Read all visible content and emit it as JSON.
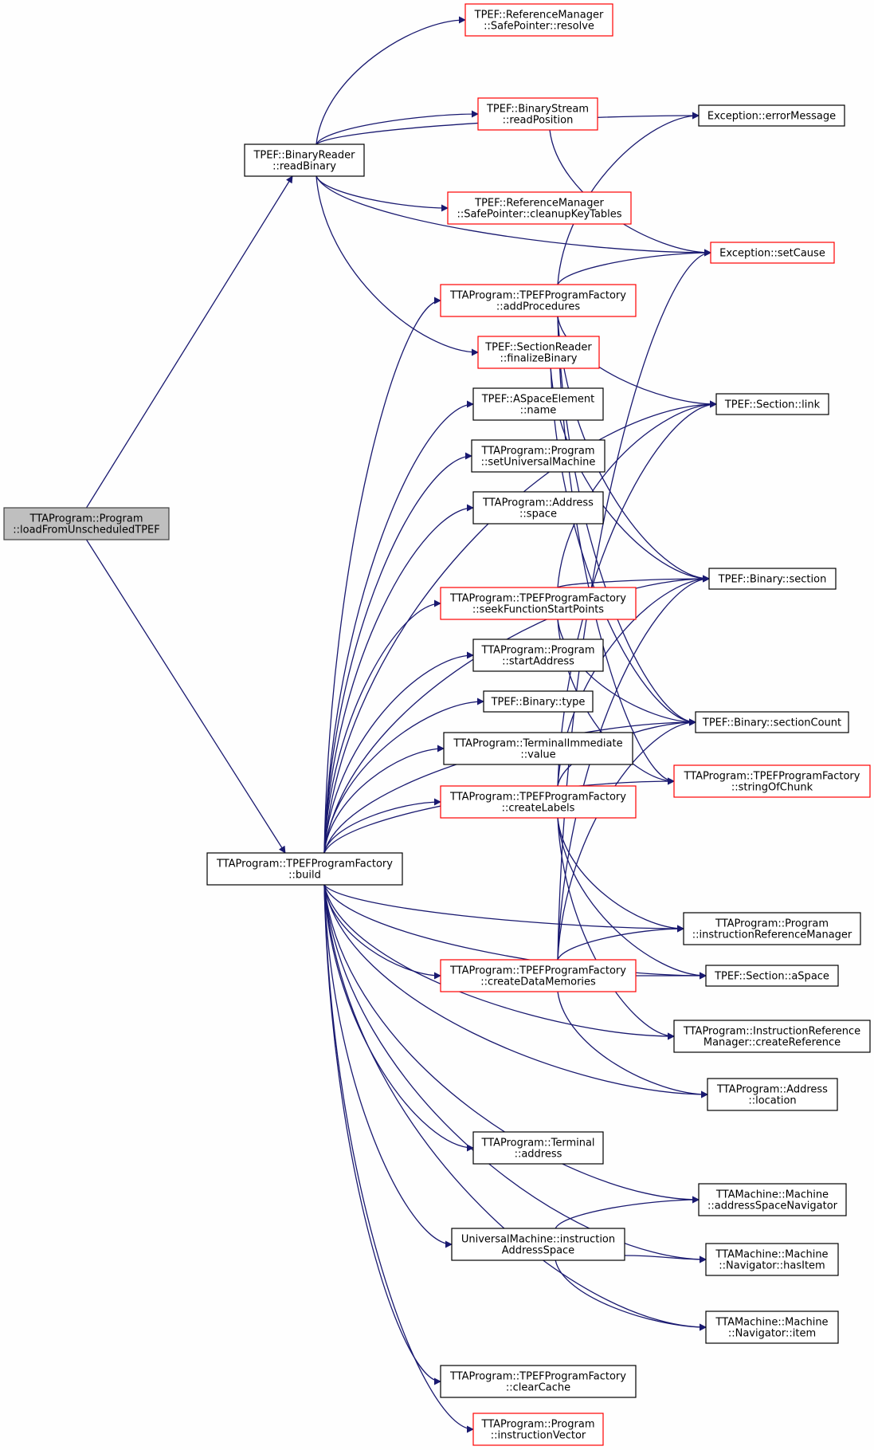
{
  "diagram": {
    "type": "call-graph",
    "colors": {
      "edge": "#191970",
      "node_border": "#000000",
      "node_border_highlight": "#ff0000",
      "root_fill": "#bfbfbf",
      "background": "#fefefe"
    },
    "nodes": [
      {
        "id": "root",
        "lines": [
          "TTAProgram::Program",
          "::loadFromUnscheduledTPEF"
        ],
        "style": "root"
      },
      {
        "id": "readBinary",
        "lines": [
          "TPEF::BinaryReader",
          "::readBinary"
        ],
        "style": "normal"
      },
      {
        "id": "build",
        "lines": [
          "TTAProgram::TPEFProgramFactory",
          "::build"
        ],
        "style": "normal"
      },
      {
        "id": "resolve",
        "lines": [
          "TPEF::ReferenceManager",
          "::SafePointer::resolve"
        ],
        "style": "red"
      },
      {
        "id": "readPosition",
        "lines": [
          "TPEF::BinaryStream",
          "::readPosition"
        ],
        "style": "red"
      },
      {
        "id": "cleanupKeyTables",
        "lines": [
          "TPEF::ReferenceManager",
          "::SafePointer::cleanupKeyTables"
        ],
        "style": "red"
      },
      {
        "id": "addProcedures",
        "lines": [
          "TTAProgram::TPEFProgramFactory",
          "::addProcedures"
        ],
        "style": "red"
      },
      {
        "id": "finalizeBinary",
        "lines": [
          "TPEF::SectionReader",
          "::finalizeBinary"
        ],
        "style": "red"
      },
      {
        "id": "aseName",
        "lines": [
          "TPEF::ASpaceElement",
          "::name"
        ],
        "style": "normal"
      },
      {
        "id": "setUniversalMachine",
        "lines": [
          "TTAProgram::Program",
          "::setUniversalMachine"
        ],
        "style": "normal"
      },
      {
        "id": "addrSpace",
        "lines": [
          "TTAProgram::Address",
          "::space"
        ],
        "style": "normal"
      },
      {
        "id": "seekFunctionStartPoints",
        "lines": [
          "TTAProgram::TPEFProgramFactory",
          "::seekFunctionStartPoints"
        ],
        "style": "red"
      },
      {
        "id": "startAddress",
        "lines": [
          "TTAProgram::Program",
          "::startAddress"
        ],
        "style": "normal"
      },
      {
        "id": "binaryType",
        "lines": [
          "TPEF::Binary::type"
        ],
        "style": "normal"
      },
      {
        "id": "termImmValue",
        "lines": [
          "TTAProgram::TerminalImmediate",
          "::value"
        ],
        "style": "normal"
      },
      {
        "id": "createLabels",
        "lines": [
          "TTAProgram::TPEFProgramFactory",
          "::createLabels"
        ],
        "style": "red"
      },
      {
        "id": "createDataMemories",
        "lines": [
          "TTAProgram::TPEFProgramFactory",
          "::createDataMemories"
        ],
        "style": "red"
      },
      {
        "id": "termAddress",
        "lines": [
          "TTAProgram::Terminal",
          "::address"
        ],
        "style": "normal"
      },
      {
        "id": "uiAddrSpace",
        "lines": [
          "UniversalMachine::instruction",
          "AddressSpace"
        ],
        "style": "normal"
      },
      {
        "id": "clearCache",
        "lines": [
          "TTAProgram::TPEFProgramFactory",
          "::clearCache"
        ],
        "style": "normal"
      },
      {
        "id": "instructionVector",
        "lines": [
          "TTAProgram::Program",
          "::instructionVector"
        ],
        "style": "red"
      },
      {
        "id": "errorMessage",
        "lines": [
          "Exception::errorMessage"
        ],
        "style": "normal"
      },
      {
        "id": "setCause",
        "lines": [
          "Exception::setCause"
        ],
        "style": "red"
      },
      {
        "id": "sectionLink",
        "lines": [
          "TPEF::Section::link"
        ],
        "style": "normal"
      },
      {
        "id": "binarySection",
        "lines": [
          "TPEF::Binary::section"
        ],
        "style": "normal"
      },
      {
        "id": "sectionCount",
        "lines": [
          "TPEF::Binary::sectionCount"
        ],
        "style": "normal"
      },
      {
        "id": "stringOfChunk",
        "lines": [
          "TTAProgram::TPEFProgramFactory",
          "::stringOfChunk"
        ],
        "style": "red"
      },
      {
        "id": "instrRefMgr",
        "lines": [
          "TTAProgram::Program",
          "::instructionReferenceManager"
        ],
        "style": "normal"
      },
      {
        "id": "aSpace",
        "lines": [
          "TPEF::Section::aSpace"
        ],
        "style": "normal"
      },
      {
        "id": "createReference",
        "lines": [
          "TTAProgram::InstructionReference",
          "Manager::createReference"
        ],
        "style": "normal"
      },
      {
        "id": "addrLocation",
        "lines": [
          "TTAProgram::Address",
          "::location"
        ],
        "style": "normal"
      },
      {
        "id": "addrSpaceNav",
        "lines": [
          "TTAMachine::Machine",
          "::addressSpaceNavigator"
        ],
        "style": "normal"
      },
      {
        "id": "navHasItem",
        "lines": [
          "TTAMachine::Machine",
          "::Navigator::hasItem"
        ],
        "style": "normal"
      },
      {
        "id": "navItem",
        "lines": [
          "TTAMachine::Machine",
          "::Navigator::item"
        ],
        "style": "normal"
      }
    ],
    "edges": [
      [
        "root",
        "readBinary"
      ],
      [
        "root",
        "build"
      ],
      [
        "readBinary",
        "resolve"
      ],
      [
        "readBinary",
        "errorMessage"
      ],
      [
        "readBinary",
        "readPosition"
      ],
      [
        "readBinary",
        "setCause"
      ],
      [
        "readBinary",
        "cleanupKeyTables"
      ],
      [
        "readBinary",
        "finalizeBinary"
      ],
      [
        "readPosition",
        "setCause"
      ],
      [
        "build",
        "sectionLink"
      ],
      [
        "build",
        "addProcedures"
      ],
      [
        "build",
        "aseName"
      ],
      [
        "build",
        "setUniversalMachine"
      ],
      [
        "build",
        "addrSpace"
      ],
      [
        "build",
        "binarySection"
      ],
      [
        "build",
        "seekFunctionStartPoints"
      ],
      [
        "build",
        "startAddress"
      ],
      [
        "build",
        "binaryType"
      ],
      [
        "build",
        "termImmValue"
      ],
      [
        "build",
        "createLabels"
      ],
      [
        "build",
        "sectionCount"
      ],
      [
        "build",
        "stringOfChunk"
      ],
      [
        "build",
        "instrRefMgr"
      ],
      [
        "build",
        "createDataMemories"
      ],
      [
        "build",
        "aSpace"
      ],
      [
        "build",
        "createReference"
      ],
      [
        "build",
        "addrLocation"
      ],
      [
        "build",
        "termAddress"
      ],
      [
        "build",
        "addrSpaceNav"
      ],
      [
        "build",
        "uiAddrSpace"
      ],
      [
        "build",
        "navHasItem"
      ],
      [
        "build",
        "navItem"
      ],
      [
        "build",
        "clearCache"
      ],
      [
        "build",
        "instructionVector"
      ],
      [
        "addProcedures",
        "errorMessage"
      ],
      [
        "addProcedures",
        "setCause"
      ],
      [
        "addProcedures",
        "sectionLink"
      ],
      [
        "addProcedures",
        "binarySection"
      ],
      [
        "addProcedures",
        "sectionCount"
      ],
      [
        "addProcedures",
        "stringOfChunk"
      ],
      [
        "finalizeBinary",
        "binarySection"
      ],
      [
        "finalizeBinary",
        "sectionCount"
      ],
      [
        "seekFunctionStartPoints",
        "sectionLink"
      ],
      [
        "seekFunctionStartPoints",
        "binarySection"
      ],
      [
        "seekFunctionStartPoints",
        "sectionCount"
      ],
      [
        "seekFunctionStartPoints",
        "stringOfChunk"
      ],
      [
        "createLabels",
        "sectionLink"
      ],
      [
        "createLabels",
        "binarySection"
      ],
      [
        "createLabels",
        "sectionCount"
      ],
      [
        "createLabels",
        "instrRefMgr"
      ],
      [
        "createLabels",
        "aSpace"
      ],
      [
        "createLabels",
        "createReference"
      ],
      [
        "createDataMemories",
        "setCause"
      ],
      [
        "createDataMemories",
        "binarySection"
      ],
      [
        "createDataMemories",
        "sectionCount"
      ],
      [
        "createDataMemories",
        "instrRefMgr"
      ],
      [
        "createDataMemories",
        "aSpace"
      ],
      [
        "createDataMemories",
        "addrLocation"
      ],
      [
        "uiAddrSpace",
        "addrSpaceNav"
      ],
      [
        "uiAddrSpace",
        "navHasItem"
      ],
      [
        "uiAddrSpace",
        "navItem"
      ]
    ]
  }
}
